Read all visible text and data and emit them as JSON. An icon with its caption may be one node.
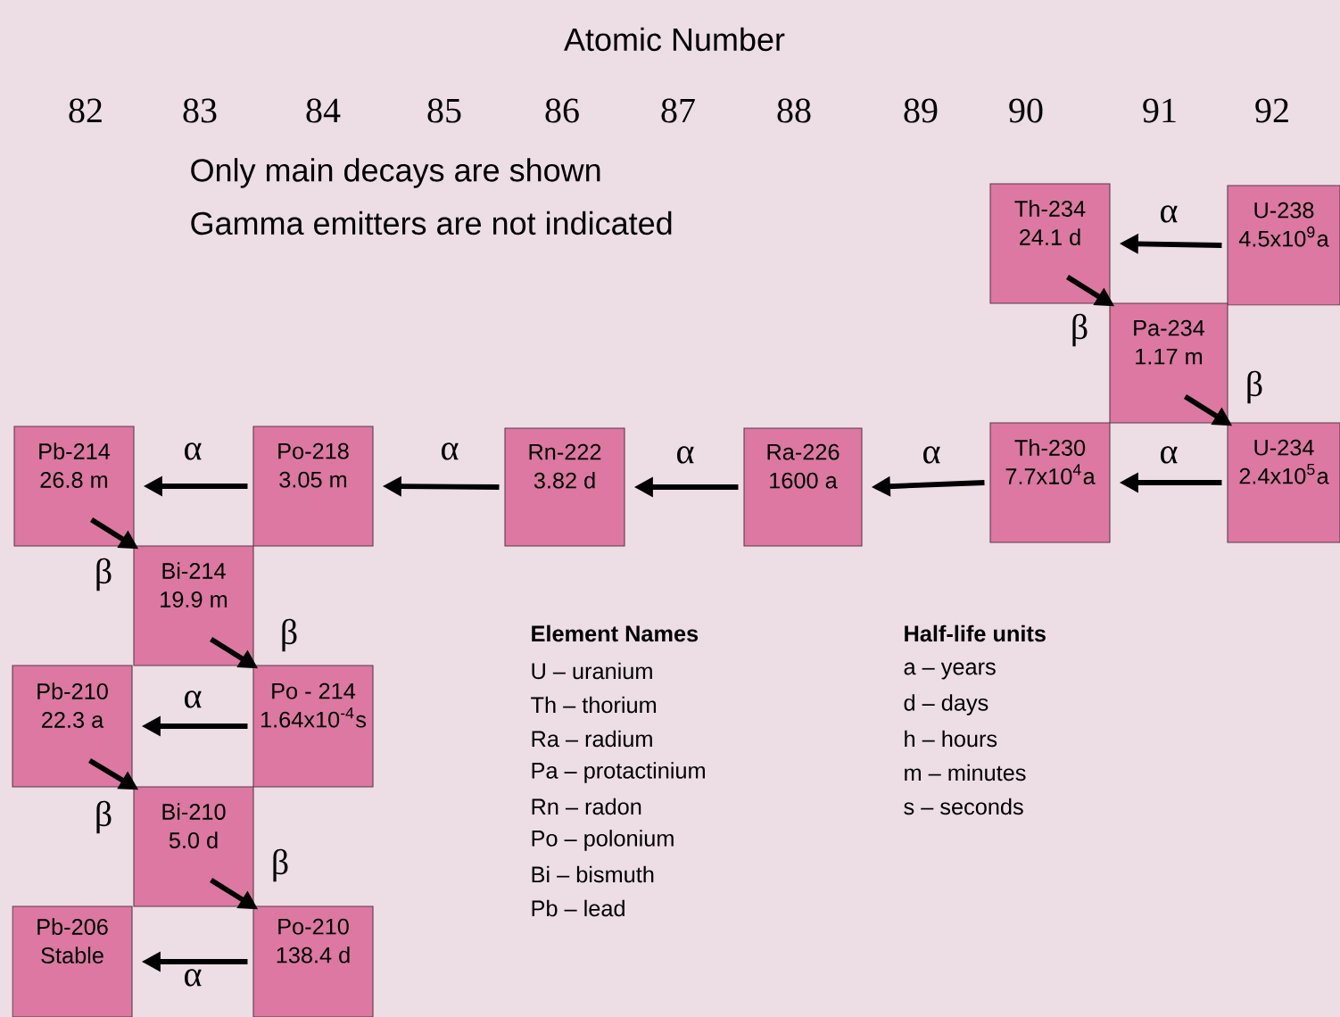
{
  "diagram": {
    "nodes": [
      {
        "text": [
          "U-238",
          "4.5x10$^{9}$a"
        ]
      },
      {
        "text": [
          "Th-234",
          "24.1 d"
        ]
      },
      {
        "text": [
          "Pa-234",
          "1.17 m"
        ]
      },
      {
        "text": [
          "U-234",
          "2.4x10$^{5}$a"
        ]
      },
      {
        "text": [
          "Th-230",
          "7.7x10$^{4}$a"
        ]
      },
      {
        "text": [
          "Ra-226",
          "1600 a"
        ]
      },
      {
        "text": [
          "Rn-222",
          "3.82 d"
        ]
      },
      {
        "text": [
          "Po-218",
          "3.05 m"
        ]
      },
      {
        "text": [
          "Pb-214",
          "26.8 m"
        ]
      },
      {
        "text": [
          "Bi-214",
          "19.9 m"
        ]
      },
      {
        "text": [
          "Po - 214",
          "1.64x10$^{-4}$s"
        ]
      },
      {
        "text": [
          "Pb-210",
          "22.3 a"
        ]
      },
      {
        "text": [
          "Bi-210",
          "5.0 d"
        ]
      },
      {
        "text": [
          "Po-210",
          "138.4 d"
        ]
      },
      {
        "text": [
          "Pb-206",
          "Stable"
        ]
      }
    ],
    "edges": [
      {
        "from": 0,
        "to": 1,
        "arrow": "to",
        "label": "α"
      },
      {
        "from": 1,
        "to": 2,
        "arrow": "to",
        "label": "β"
      },
      {
        "from": 2,
        "to": 3,
        "arrow": "to",
        "label": "β"
      },
      {
        "from": 3,
        "to": 4,
        "arrow": "to",
        "label": "α"
      },
      {
        "from": 4,
        "to": 5,
        "arrow": "to",
        "label": "α"
      },
      {
        "from": 5,
        "to": 6,
        "arrow": "to",
        "label": "α"
      },
      {
        "from": 6,
        "to": 7,
        "arrow": "to",
        "label": "α"
      },
      {
        "from": 7,
        "to": 8,
        "arrow": "to",
        "label": "α"
      },
      {
        "from": 8,
        "to": 9,
        "arrow": "to",
        "label": "β"
      },
      {
        "from": 9,
        "to": 10,
        "arrow": "to",
        "label": "β"
      },
      {
        "from": 10,
        "to": 11,
        "arrow": "to",
        "label": "α"
      },
      {
        "from": 11,
        "to": 12,
        "arrow": "to",
        "label": "β"
      },
      {
        "from": 12,
        "to": 13,
        "arrow": "to",
        "label": "β"
      },
      {
        "from": 13,
        "to": 14,
        "arrow": "to",
        "label": "α"
      }
    ],
    "labels": [
      "Atomic Number",
      "82",
      "83",
      "84",
      "85",
      "86",
      "87",
      "88",
      "89",
      "90",
      "91",
      "92",
      "Only main decays are shown",
      "Gamma emitters are not indicated",
      "Element Names",
      "U – uranium",
      "Th – thorium",
      "Ra – radium",
      "Pa – protactinium",
      "Rn – radon",
      "Po – polonium",
      "Bi – bismuth",
      "Pb – lead",
      "Half-life units",
      "a – years",
      "d – days",
      "h – hours",
      "m – minutes",
      "s – seconds"
    ]
  }
}
